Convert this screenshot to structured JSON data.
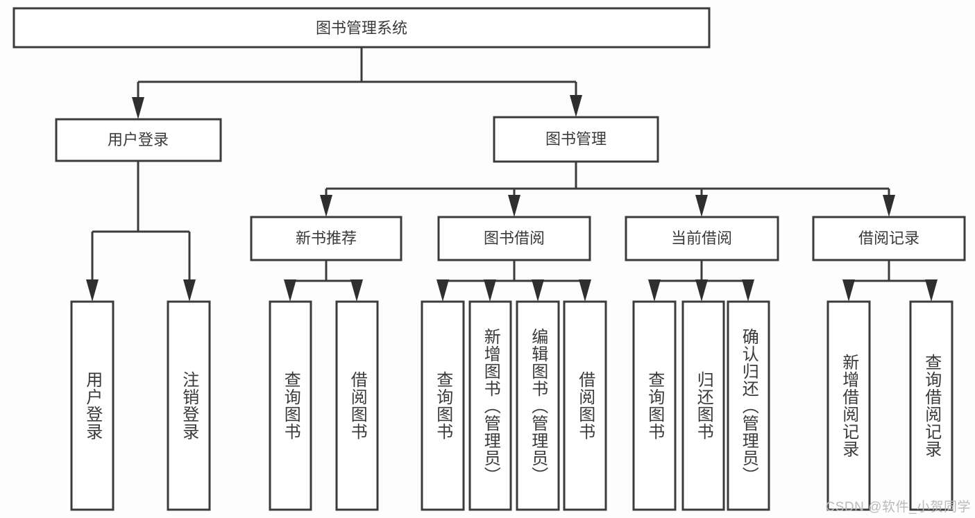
{
  "diagram": {
    "title": "图书管理系统",
    "type": "tree-hierarchy-chart",
    "watermark": "CSDN @软件_小贺同学",
    "colors": {
      "background": "#fdfdfd",
      "box_fill": "#ffffff",
      "box_stroke": "#3b3b3b",
      "connector": "#3b3b3b",
      "arrow": "#2f2f2f",
      "text": "#3a3a3a",
      "watermark_text": "#b9b9b9"
    },
    "nodes": {
      "root": {
        "label": "图书管理系统",
        "level": 0,
        "orientation": "horizontal"
      },
      "l1": [
        {
          "id": "user-login",
          "label": "用户登录",
          "level": 1,
          "orientation": "horizontal"
        },
        {
          "id": "book-manage",
          "label": "图书管理",
          "level": 1,
          "orientation": "horizontal"
        }
      ],
      "l2": [
        {
          "id": "new-book-recommend",
          "label": "新书推荐",
          "level": 2,
          "orientation": "horizontal"
        },
        {
          "id": "book-borrow",
          "label": "图书借阅",
          "level": 2,
          "orientation": "horizontal"
        },
        {
          "id": "current-borrow",
          "label": "当前借阅",
          "level": 2,
          "orientation": "horizontal"
        },
        {
          "id": "borrow-record",
          "label": "借阅记录",
          "level": 2,
          "orientation": "horizontal"
        }
      ],
      "leaves": [
        {
          "id": "leaf-user-login",
          "label": "用户登录",
          "parent": "user-login",
          "orientation": "vertical"
        },
        {
          "id": "leaf-logout-login",
          "label": "注销登录",
          "parent": "user-login",
          "orientation": "vertical"
        },
        {
          "id": "leaf-query-book-1",
          "label": "查询图书",
          "parent": "new-book-recommend",
          "orientation": "vertical"
        },
        {
          "id": "leaf-borrow-book-1",
          "label": "借阅图书",
          "parent": "new-book-recommend",
          "orientation": "vertical"
        },
        {
          "id": "leaf-query-book-2",
          "label": "查询图书",
          "parent": "book-borrow",
          "orientation": "vertical"
        },
        {
          "id": "leaf-add-book-admin",
          "label": "新增图书（管理员）",
          "parent": "book-borrow",
          "orientation": "vertical"
        },
        {
          "id": "leaf-edit-book-admin",
          "label": "编辑图书（管理员）",
          "parent": "book-borrow",
          "orientation": "vertical"
        },
        {
          "id": "leaf-borrow-book-2",
          "label": "借阅图书",
          "parent": "book-borrow",
          "orientation": "vertical"
        },
        {
          "id": "leaf-query-book-3",
          "label": "查询图书",
          "parent": "current-borrow",
          "orientation": "vertical"
        },
        {
          "id": "leaf-return-book",
          "label": "归还图书",
          "parent": "current-borrow",
          "orientation": "vertical"
        },
        {
          "id": "leaf-confirm-return-admin",
          "label": "确认归还（管理员）",
          "parent": "current-borrow",
          "orientation": "vertical"
        },
        {
          "id": "leaf-add-borrow-record",
          "label": "新增借阅记录",
          "parent": "borrow-record",
          "orientation": "vertical"
        },
        {
          "id": "leaf-query-borrow-record",
          "label": "查询借阅记录",
          "parent": "borrow-record",
          "orientation": "vertical"
        }
      ]
    }
  }
}
